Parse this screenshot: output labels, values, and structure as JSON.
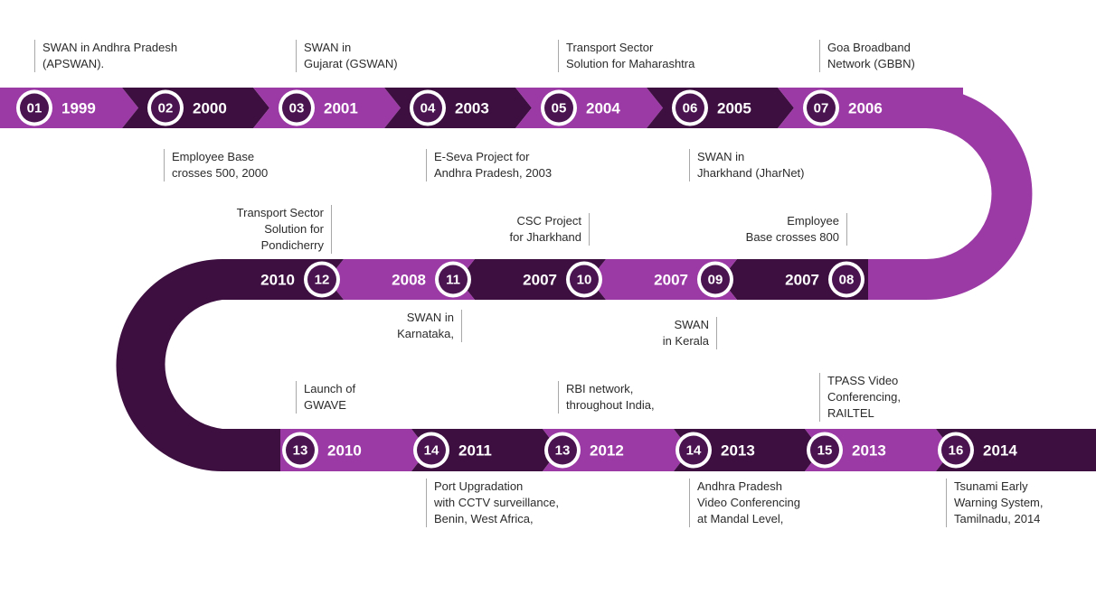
{
  "colors": {
    "dark": "#3d0f40",
    "mid": "#5c1d63",
    "light": "#9b3aa5",
    "badge_fill": "#4a1450",
    "badge_ring": "#ffffff"
  },
  "rows": [
    {
      "direction": "ltr",
      "items": [
        {
          "num": "01",
          "year": "1999",
          "tone": "light"
        },
        {
          "num": "02",
          "year": "2000",
          "tone": "dark"
        },
        {
          "num": "03",
          "year": "2001",
          "tone": "light"
        },
        {
          "num": "04",
          "year": "2003",
          "tone": "dark"
        },
        {
          "num": "05",
          "year": "2004",
          "tone": "light"
        },
        {
          "num": "06",
          "year": "2005",
          "tone": "dark"
        },
        {
          "num": "07",
          "year": "2006",
          "tone": "light"
        }
      ]
    },
    {
      "direction": "rtl",
      "items": [
        {
          "num": "08",
          "year": "2007",
          "tone": "dark"
        },
        {
          "num": "09",
          "year": "2007",
          "tone": "light"
        },
        {
          "num": "10",
          "year": "2007",
          "tone": "dark"
        },
        {
          "num": "11",
          "year": "2008",
          "tone": "light"
        },
        {
          "num": "12",
          "year": "2010",
          "tone": "dark"
        }
      ]
    },
    {
      "direction": "ltr",
      "items": [
        {
          "num": "13",
          "year": "2010",
          "tone": "light"
        },
        {
          "num": "14",
          "year": "2011",
          "tone": "dark"
        },
        {
          "num": "13",
          "year": "2012",
          "tone": "light"
        },
        {
          "num": "14",
          "year": "2013",
          "tone": "dark"
        },
        {
          "num": "15",
          "year": "2013",
          "tone": "light"
        },
        {
          "num": "16",
          "year": "2014",
          "tone": "dark"
        }
      ]
    }
  ],
  "callouts": {
    "c01": [
      "SWAN in Andhra Pradesh",
      "(APSWAN)."
    ],
    "c03": [
      "SWAN in",
      "Gujarat (GSWAN)"
    ],
    "c05": [
      "Transport Sector",
      "Solution for Maharashtra"
    ],
    "c07": [
      "Goa Broadband",
      "Network (GBBN)"
    ],
    "c02": [
      "Employee Base",
      "crosses 500, 2000"
    ],
    "c04": [
      "E-Seva Project for",
      "Andhra Pradesh, 2003"
    ],
    "c06": [
      "SWAN in",
      "Jharkhand (JharNet)"
    ],
    "c12": [
      "Transport Sector",
      "Solution for",
      "Pondicherry"
    ],
    "c10": [
      "CSC Project",
      "for Jharkhand"
    ],
    "c08": [
      "Employee",
      "Base crosses 800"
    ],
    "c11": [
      "SWAN in",
      "Karnataka,"
    ],
    "c09": [
      "SWAN",
      "in Kerala"
    ],
    "c13a": [
      "Launch of",
      "GWAVE"
    ],
    "c13b": [
      "RBI network,",
      "throughout India,"
    ],
    "c15": [
      "TPASS Video",
      "Conferencing,",
      "RAILTEL"
    ],
    "c14a": [
      "Port Upgradation",
      "with CCTV surveillance,",
      "Benin, West Africa,"
    ],
    "c14b": [
      "Andhra Pradesh",
      "Video Conferencing",
      "at Mandal Level,"
    ],
    "c16": [
      "Tsunami Early",
      "Warning System,",
      "Tamilnadu, 2014"
    ]
  }
}
